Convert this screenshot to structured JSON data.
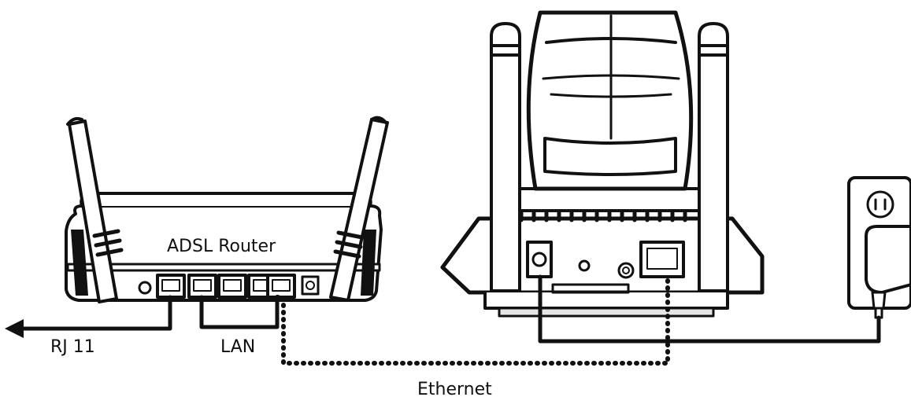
{
  "labels": {
    "router": "ADSL Router",
    "rj11": "RJ 11",
    "lan": "LAN",
    "ethernet": "Ethernet"
  },
  "colors": {
    "line": "#111111",
    "fill": "#ffffff",
    "shade": "#e6e6e6"
  },
  "icons": [
    "adsl-router",
    "ip-camera",
    "wall-outlet",
    "power-adapter",
    "arrow-left"
  ]
}
